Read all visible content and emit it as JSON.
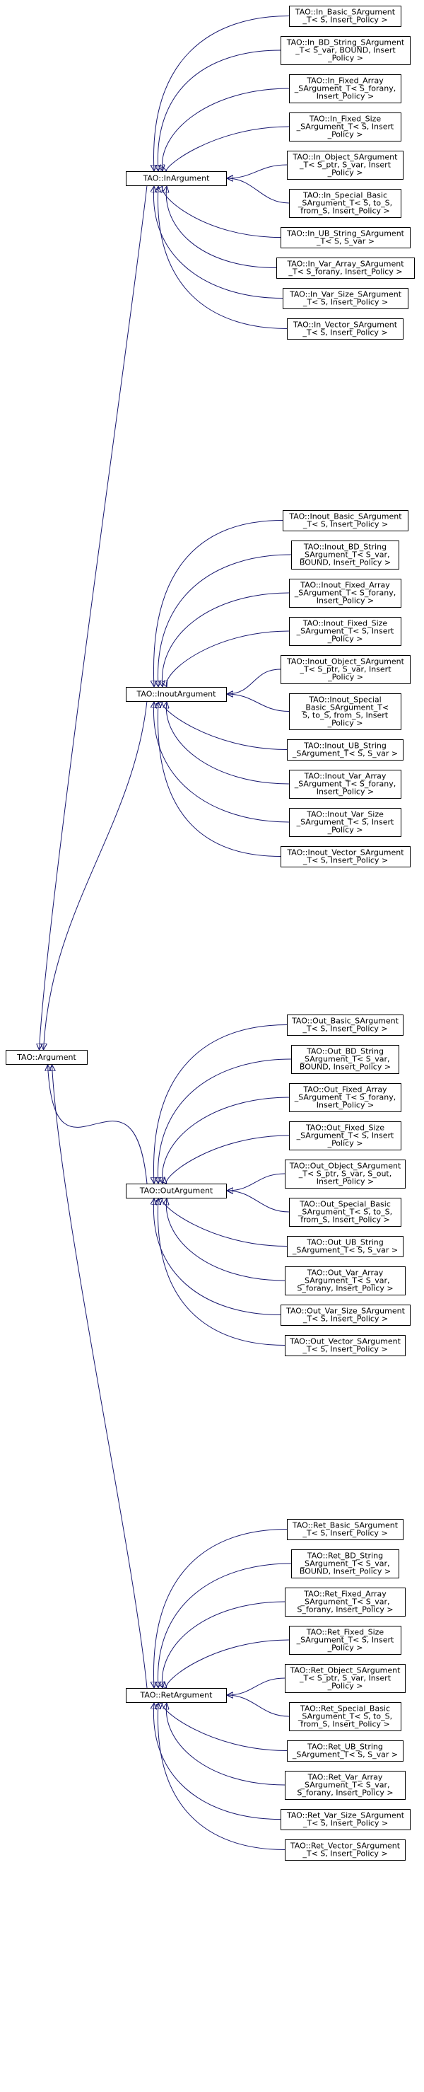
{
  "diagram": {
    "root": "TAO::Argument",
    "edge_color": "#191970",
    "groups": [
      {
        "name": "TAO::InArgument",
        "children": [
          [
            "TAO::In_Basic_SArgument",
            "_T< S, Insert_Policy >"
          ],
          [
            "TAO::In_BD_String_SArgument",
            "_T< S_var, BOUND, Insert",
            "_Policy >"
          ],
          [
            "TAO::In_Fixed_Array",
            "_SArgument_T< S_forany,",
            "Insert_Policy >"
          ],
          [
            "TAO::In_Fixed_Size",
            "_SArgument_T< S, Insert",
            "_Policy >"
          ],
          [
            "TAO::In_Object_SArgument",
            "_T< S_ptr, S_var, Insert",
            "_Policy >"
          ],
          [
            "TAO::In_Special_Basic",
            "_SArgument_T< S, to_S,",
            "from_S, Insert_Policy >"
          ],
          [
            "TAO::In_UB_String_SArgument",
            "_T< S, S_var >"
          ],
          [
            "TAO::In_Var_Array_SArgument",
            "_T< S_forany, Insert_Policy >"
          ],
          [
            "TAO::In_Var_Size_SArgument",
            "_T< S, Insert_Policy >"
          ],
          [
            "TAO::In_Vector_SArgument",
            "_T< S, Insert_Policy >"
          ]
        ]
      },
      {
        "name": "TAO::InoutArgument",
        "children": [
          [
            "TAO::Inout_Basic_SArgument",
            "_T< S, Insert_Policy >"
          ],
          [
            "TAO::Inout_BD_String",
            "_SArgument_T< S_var,",
            "BOUND, Insert_Policy >"
          ],
          [
            "TAO::Inout_Fixed_Array",
            "_SArgument_T< S_forany,",
            "Insert_Policy >"
          ],
          [
            "TAO::Inout_Fixed_Size",
            "_SArgument_T< S, Insert",
            "_Policy >"
          ],
          [
            "TAO::Inout_Object_SArgument",
            "_T< S_ptr, S_var, Insert",
            "_Policy >"
          ],
          [
            "TAO::Inout_Special",
            "_Basic_SArgument_T<",
            "S, to_S, from_S, Insert",
            "_Policy >"
          ],
          [
            "TAO::Inout_UB_String",
            "_SArgument_T< S, S_var >"
          ],
          [
            "TAO::Inout_Var_Array",
            "_SArgument_T< S_forany,",
            "Insert_Policy >"
          ],
          [
            "TAO::Inout_Var_Size",
            "_SArgument_T< S, Insert",
            "_Policy >"
          ],
          [
            "TAO::Inout_Vector_SArgument",
            "_T< S, Insert_Policy >"
          ]
        ]
      },
      {
        "name": "TAO::OutArgument",
        "children": [
          [
            "TAO::Out_Basic_SArgument",
            "_T< S, Insert_Policy >"
          ],
          [
            "TAO::Out_BD_String",
            "_SArgument_T< S_var,",
            "BOUND, Insert_Policy >"
          ],
          [
            "TAO::Out_Fixed_Array",
            "_SArgument_T< S_forany,",
            "Insert_Policy >"
          ],
          [
            "TAO::Out_Fixed_Size",
            "_SArgument_T< S, Insert",
            "_Policy >"
          ],
          [
            "TAO::Out_Object_SArgument",
            "_T< S_ptr, S_var, S_out,",
            "Insert_Policy >"
          ],
          [
            "TAO::Out_Special_Basic",
            "_SArgument_T< S, to_S,",
            "from_S, Insert_Policy >"
          ],
          [
            "TAO::Out_UB_String",
            "_SArgument_T< S, S_var >"
          ],
          [
            "TAO::Out_Var_Array",
            "_SArgument_T< S_var,",
            "S_forany, Insert_Policy >"
          ],
          [
            "TAO::Out_Var_Size_SArgument",
            "_T< S, Insert_Policy >"
          ],
          [
            "TAO::Out_Vector_SArgument",
            "_T< S, Insert_Policy >"
          ]
        ]
      },
      {
        "name": "TAO::RetArgument",
        "children": [
          [
            "TAO::Ret_Basic_SArgument",
            "_T< S, Insert_Policy >"
          ],
          [
            "TAO::Ret_BD_String",
            "_SArgument_T< S_var,",
            "BOUND, Insert_Policy >"
          ],
          [
            "TAO::Ret_Fixed_Array",
            "_SArgument_T< S_var,",
            "S_forany, Insert_Policy >"
          ],
          [
            "TAO::Ret_Fixed_Size",
            "_SArgument_T< S, Insert",
            "_Policy >"
          ],
          [
            "TAO::Ret_Object_SArgument",
            "_T< S_ptr, S_var, Insert",
            "_Policy >"
          ],
          [
            "TAO::Ret_Special_Basic",
            "_SArgument_T< S, to_S,",
            "from_S, Insert_Policy >"
          ],
          [
            "TAO::Ret_UB_String",
            "_SArgument_T< S, S_var >"
          ],
          [
            "TAO::Ret_Var_Array",
            "_SArgument_T< S_var,",
            "S_forany, Insert_Policy >"
          ],
          [
            "TAO::Ret_Var_Size_SArgument",
            "_T< S, Insert_Policy >"
          ],
          [
            "TAO::Ret_Vector_SArgument",
            "_T< S, Insert_Policy >"
          ]
        ]
      }
    ]
  }
}
